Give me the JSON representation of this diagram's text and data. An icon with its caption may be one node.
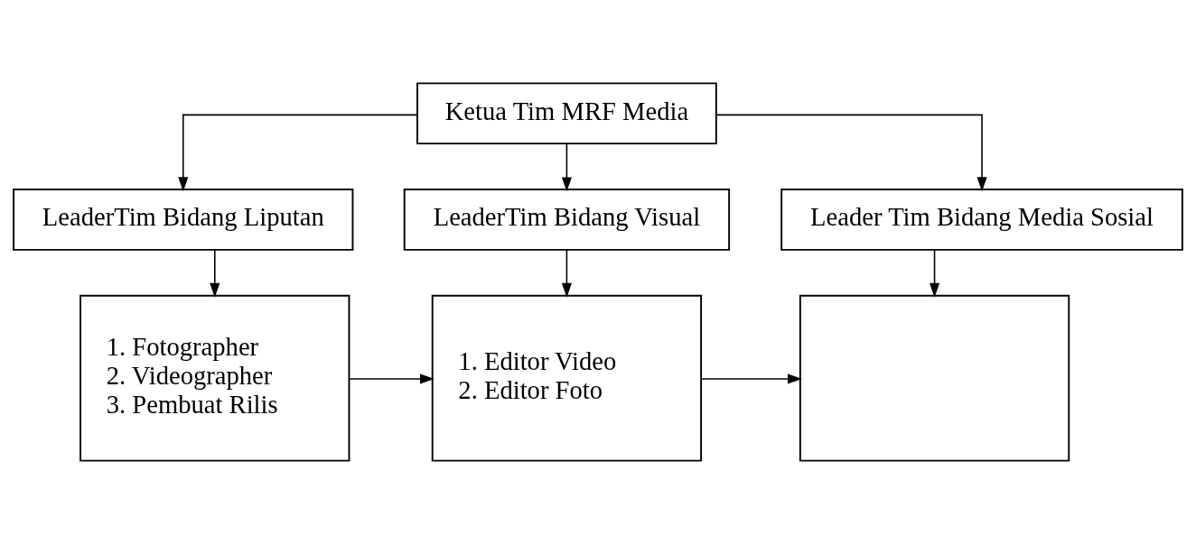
{
  "diagram": {
    "nodes": [
      {
        "text": [
          "Ketua Tim MRF Media"
        ]
      },
      {
        "text": [
          "LeaderTim Bidang Liputan"
        ]
      },
      {
        "text": [
          "LeaderTim Bidang Visual"
        ]
      },
      {
        "text": [
          "Leader Tim Bidang Media Sosial"
        ]
      },
      {
        "text": [
          "1. Fotographer",
          "2. Videographer",
          "3. Pembuat Rilis"
        ]
      },
      {
        "text": [
          "1. Editor Video",
          "2. Editor Foto"
        ]
      },
      {
        "text": [],
        "shape": "box"
      }
    ],
    "edges": [
      {
        "from": 0,
        "to": 1,
        "arrow": "to"
      },
      {
        "from": 0,
        "to": 2,
        "arrow": "to"
      },
      {
        "from": 0,
        "to": 3,
        "arrow": "to"
      },
      {
        "from": 1,
        "to": 4,
        "arrow": "to"
      },
      {
        "from": 2,
        "to": 5,
        "arrow": "to"
      },
      {
        "from": 3,
        "to": 6,
        "arrow": "to"
      },
      {
        "from": 4,
        "to": 5,
        "arrow": "to"
      },
      {
        "from": 5,
        "to": 6,
        "arrow": "to"
      }
    ]
  }
}
